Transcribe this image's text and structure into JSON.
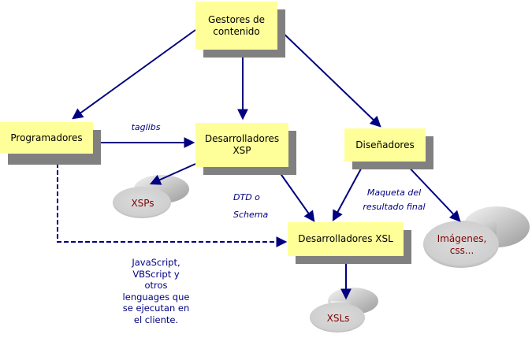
{
  "diagram": {
    "colors": {
      "box_fill": "#ffff99",
      "box_shadow": "#808080",
      "arrow": "#000080",
      "label_text": "#000080",
      "storage_text": "#800000",
      "storage_fill": "#d4d4d4"
    },
    "nodes": {
      "gestores": "Gestores de\ncontenido",
      "programadores": "Programadores",
      "xsp": "Desarrolladores\nXSP",
      "disenadores": "Diseñadores",
      "xsl": "Desarrolladores XSL"
    },
    "storages": {
      "xsps": "XSPs",
      "imagenes": "Imágenes,\ncss...",
      "xsls": "XSLs"
    },
    "edge_labels": {
      "taglibs": "taglibs",
      "dtd": "DTD o\nSchema",
      "maqueta": "Maqueta del\nresultado final"
    },
    "note": "JavaScript,\nVBScript y\notros\nlenguages que\nse ejecutan en\nel cliente.",
    "edges": [
      {
        "from": "Gestores de contenido",
        "to": "Programadores",
        "style": "solid"
      },
      {
        "from": "Gestores de contenido",
        "to": "Desarrolladores XSP",
        "style": "solid"
      },
      {
        "from": "Gestores de contenido",
        "to": "Diseñadores",
        "style": "solid"
      },
      {
        "from": "Programadores",
        "to": "Desarrolladores XSP",
        "style": "solid",
        "label": "taglibs"
      },
      {
        "from": "Desarrolladores XSP",
        "to": "XSPs",
        "style": "solid"
      },
      {
        "from": "Desarrolladores XSP",
        "to": "Desarrolladores XSL",
        "style": "solid",
        "label": "DTD o Schema"
      },
      {
        "from": "Diseñadores",
        "to": "Desarrolladores XSL",
        "style": "solid",
        "label": "Maqueta del resultado final"
      },
      {
        "from": "Diseñadores",
        "to": "Imágenes, css...",
        "style": "solid"
      },
      {
        "from": "Programadores",
        "to": "Desarrolladores XSL",
        "style": "dashed"
      },
      {
        "from": "Desarrolladores XSL",
        "to": "XSLs",
        "style": "solid"
      }
    ]
  }
}
